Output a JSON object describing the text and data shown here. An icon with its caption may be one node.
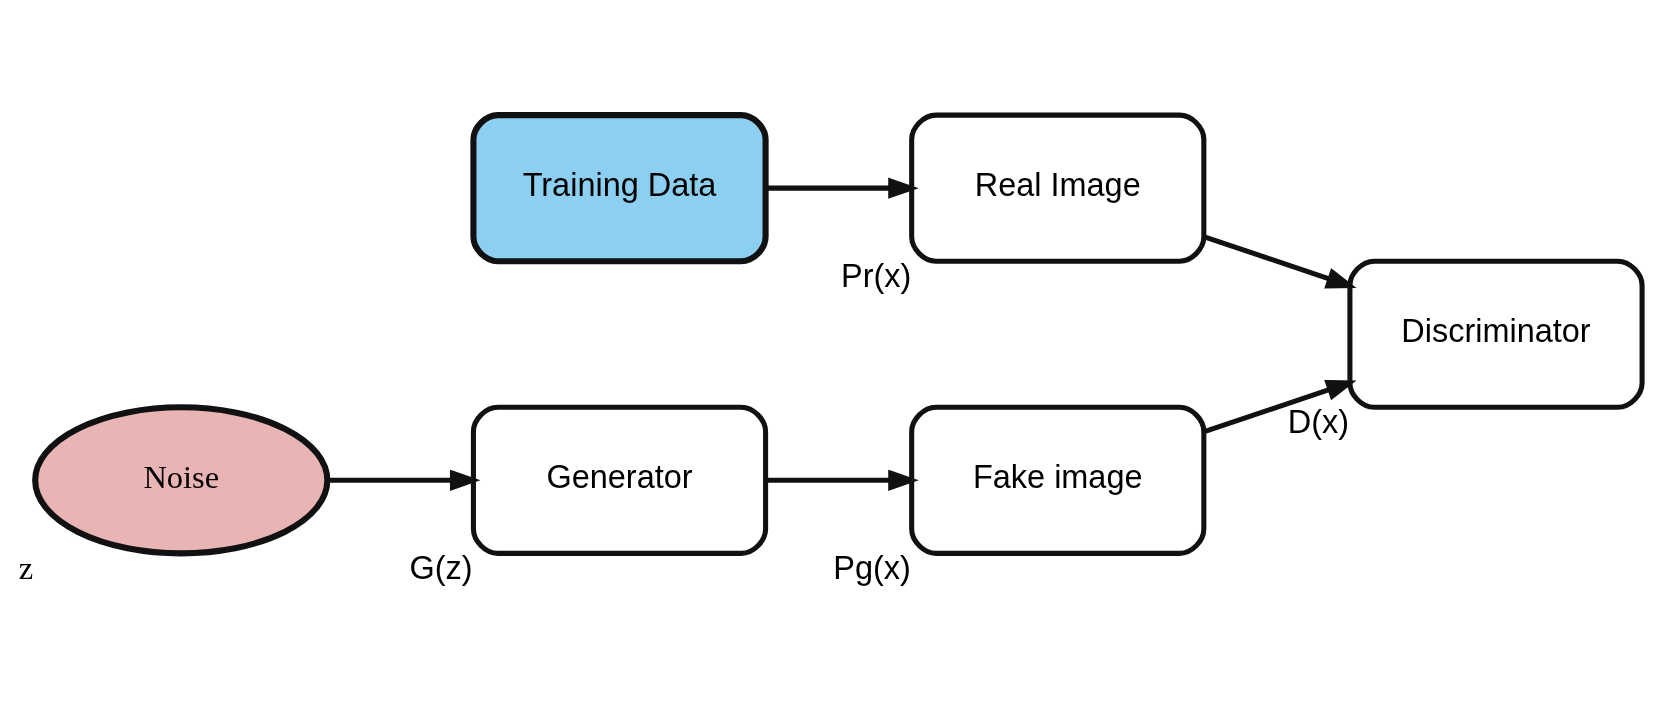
{
  "diagram": {
    "nodes": [
      {
        "text": [
          "Training Data"
        ]
      },
      {
        "text": [
          "Real Image"
        ],
        "beside": [
          "Pr(x)"
        ]
      },
      {
        "text": [
          "Discriminator"
        ],
        "beside": [
          "D(x)"
        ]
      },
      {
        "text": [
          "Noise"
        ],
        "beside": [
          "z"
        ]
      },
      {
        "text": [
          "Generator"
        ],
        "beside": [
          "G(z)"
        ]
      },
      {
        "text": [
          "Fake image"
        ],
        "beside": [
          "Pg(x)"
        ]
      }
    ],
    "edges": [
      {
        "from": 0,
        "to": 1,
        "arrow": "to"
      },
      {
        "from": 1,
        "to": 2,
        "arrow": "to"
      },
      {
        "from": 3,
        "to": 4,
        "arrow": "to"
      },
      {
        "from": 4,
        "to": 5,
        "arrow": "to"
      },
      {
        "from": 5,
        "to": 2,
        "arrow": "to"
      }
    ]
  }
}
